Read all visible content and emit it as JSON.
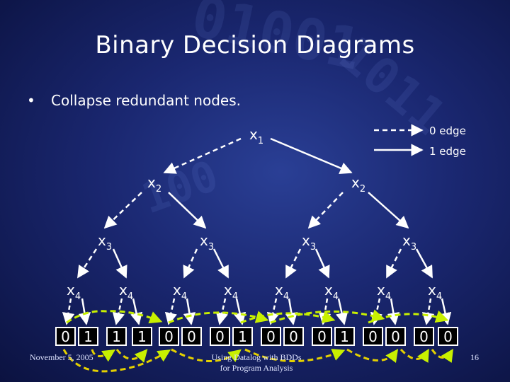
{
  "slide": {
    "title": "Binary Decision Diagrams",
    "bullet": "Collapse redundant nodes.",
    "bullet_marker": "•"
  },
  "legend": {
    "zero_edge": "0 edge",
    "one_edge": "1 edge"
  },
  "nodes": {
    "x1": {
      "var": "x",
      "sub": "1"
    },
    "x2": {
      "var": "x",
      "sub": "2"
    },
    "x3": {
      "var": "x",
      "sub": "3"
    },
    "x4": {
      "var": "x",
      "sub": "4"
    }
  },
  "leaves": [
    "0",
    "1",
    "1",
    "1",
    "0",
    "0",
    "0",
    "1",
    "0",
    "0",
    "0",
    "1",
    "0",
    "0",
    "0",
    "0"
  ],
  "footer": {
    "date": "November 5, 2005",
    "presentation_line1": "Using Datalog with BDDs",
    "presentation_line2": "for Program Analysis",
    "page": "16"
  },
  "colors": {
    "background": "#1a2770",
    "text": "#ffffff",
    "collapse_arrows": "#c8f000",
    "leaf_box": "#000000"
  }
}
